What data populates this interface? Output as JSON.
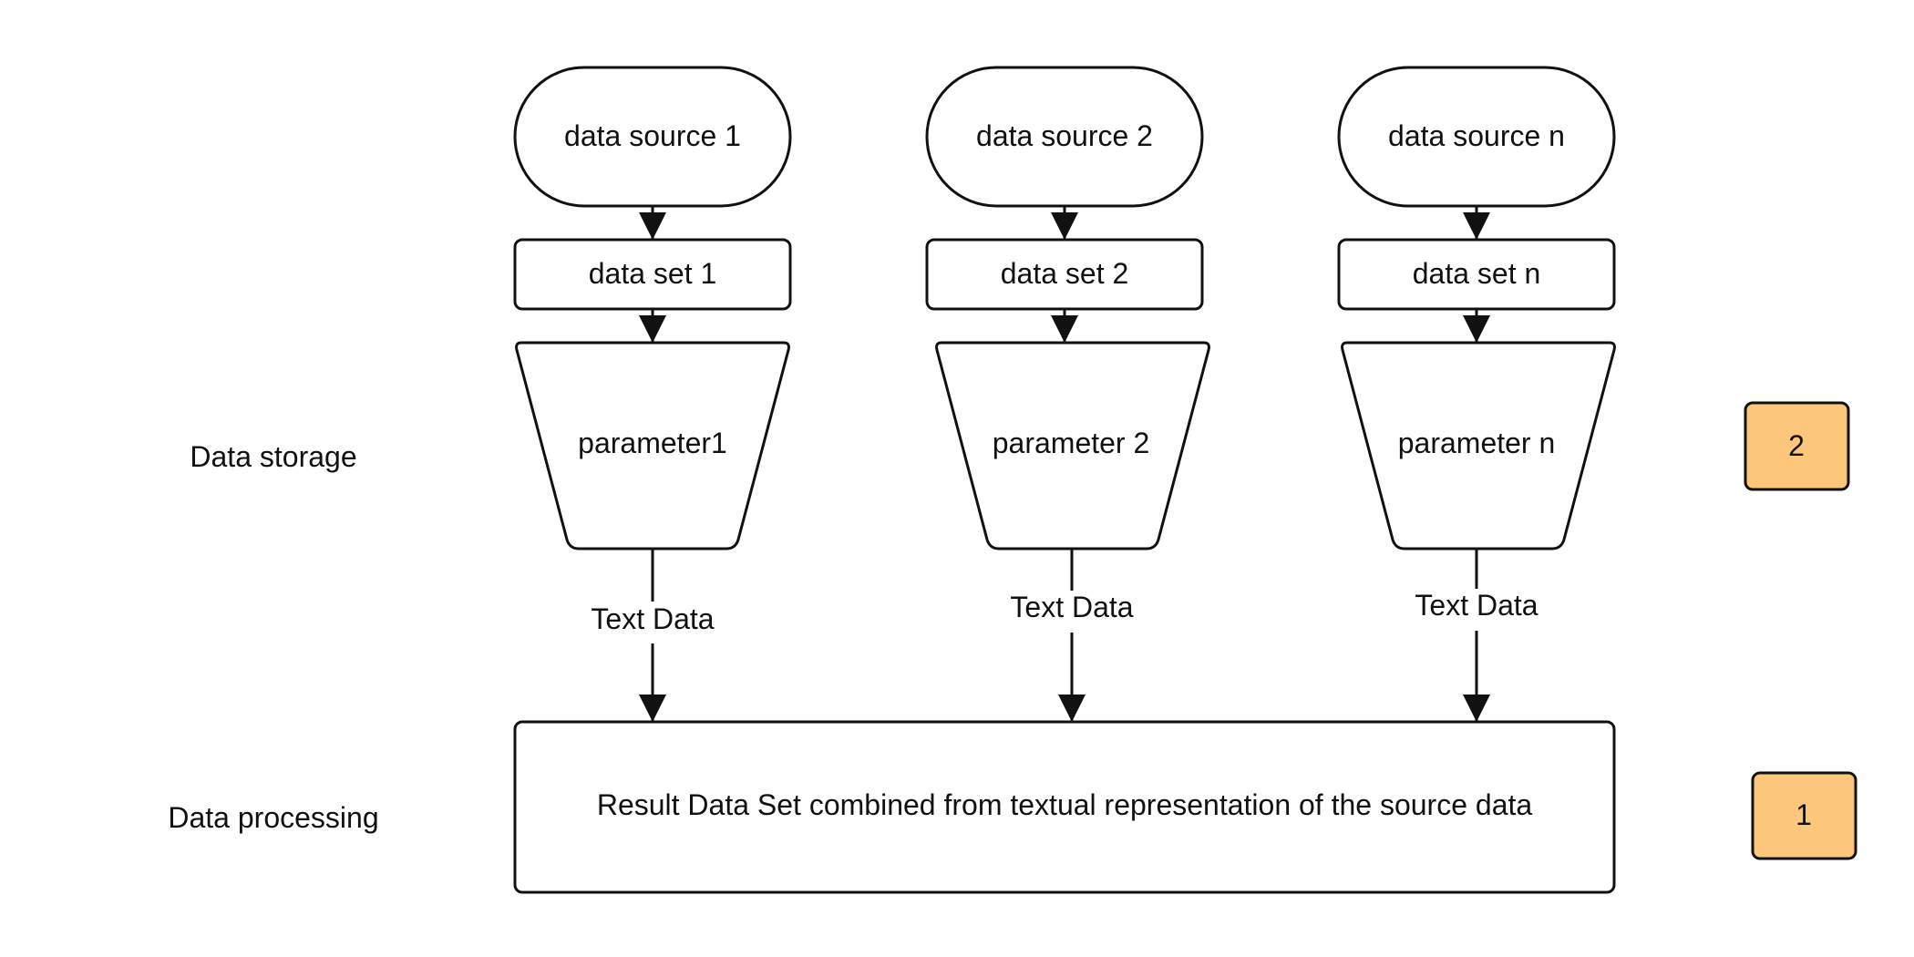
{
  "row_labels": {
    "storage": "Data storage",
    "processing": "Data processing"
  },
  "columns": [
    {
      "source": "data source 1",
      "dataset": "data set 1",
      "parameter": "parameter1",
      "edge_label": "Text Data"
    },
    {
      "source": "data source 2",
      "dataset": "data set 2",
      "parameter": "parameter 2",
      "edge_label": "Text Data"
    },
    {
      "source": "data source n",
      "dataset": "data set n",
      "parameter": "parameter n",
      "edge_label": "Text Data"
    }
  ],
  "result": "Result Data Set combined from textual representation of the source data",
  "badges": {
    "storage": "2",
    "processing": "1"
  },
  "colors": {
    "stroke": "#111111",
    "badge_fill": "#fdc77b"
  }
}
